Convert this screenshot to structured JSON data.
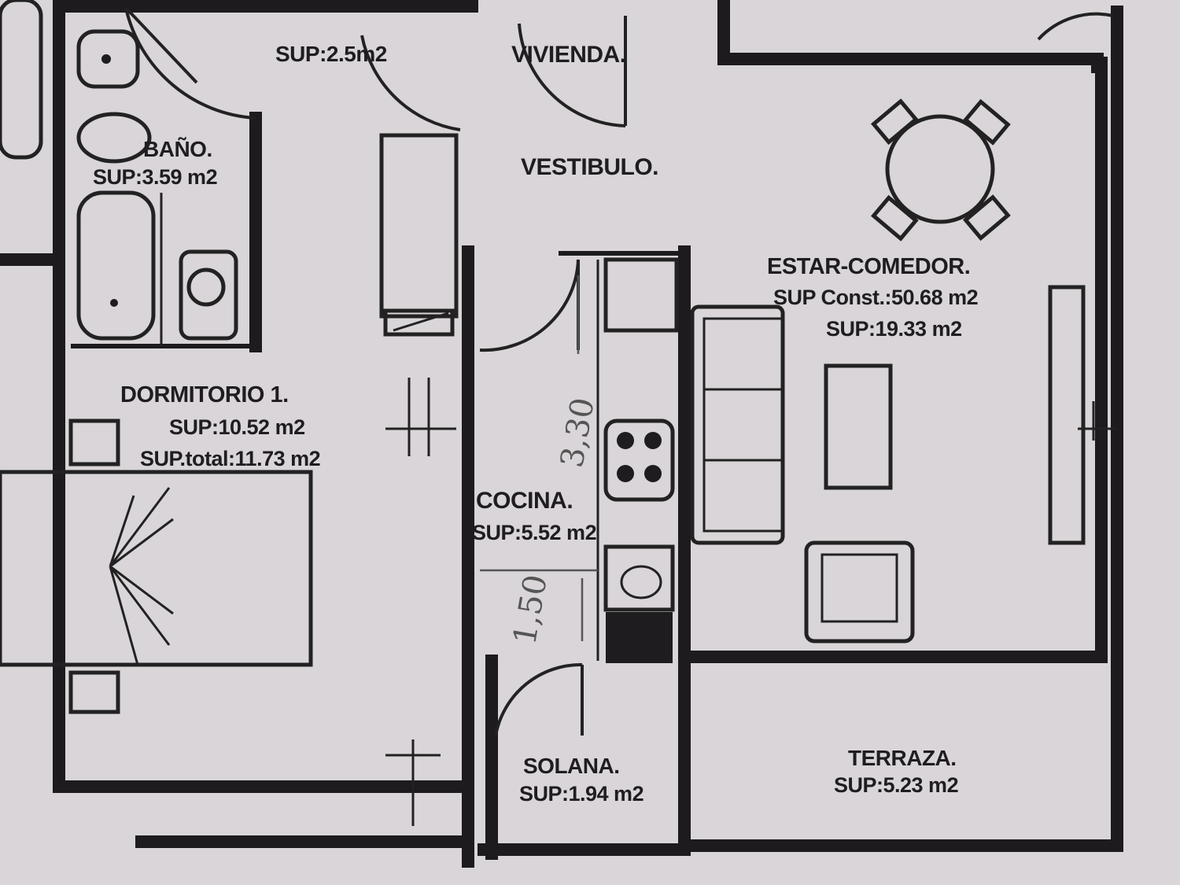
{
  "rooms": {
    "vivienda": {
      "name": "VIVIENDA.",
      "area": "SUP:2.5m2"
    },
    "bano": {
      "name": "BAÑO.",
      "area": "SUP:3.59 m2"
    },
    "vestibulo": {
      "name": "VESTIBULO."
    },
    "estar_comedor": {
      "name": "ESTAR-COMEDOR.",
      "area_const": "SUP Const.:50.68 m2",
      "area": "SUP:19.33 m2"
    },
    "dormitorio": {
      "name": "DORMITORIO 1.",
      "area": "SUP:10.52 m2",
      "area_total": "SUP.total:11.73 m2"
    },
    "cocina": {
      "name": "COCINA.",
      "area": "SUP:5.52 m2"
    },
    "solana": {
      "name": "SOLANA.",
      "area": "SUP:1.94 m2"
    },
    "terraza": {
      "name": "TERRAZA.",
      "area": "SUP:5.23 m2"
    }
  },
  "handwritten": {
    "kitchen_length": "3,30",
    "kitchen_width": "1,50"
  }
}
